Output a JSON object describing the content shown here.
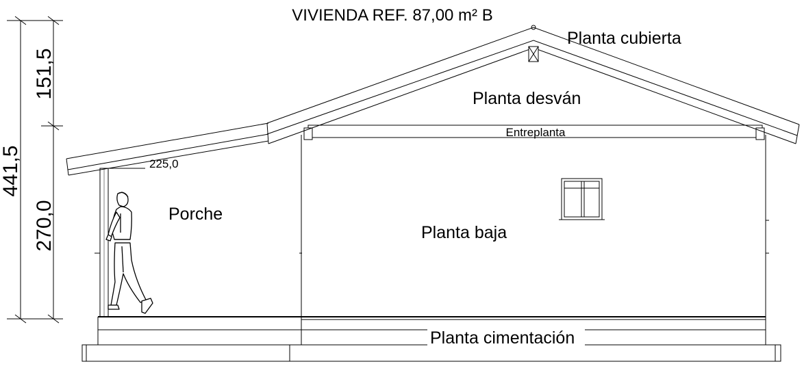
{
  "title": "VIVIENDA REF. 87,00 m² B",
  "levels": {
    "roof": "Planta cubierta",
    "attic": "Planta desván",
    "mezzanine": "Entreplanta",
    "porch": "Porche",
    "ground": "Planta baja",
    "foundation": "Planta cimentación"
  },
  "dimensions": {
    "total_height": "441,5",
    "roof_height": "151,5",
    "wall_height": "270,0",
    "porch_height": "225,0"
  }
}
